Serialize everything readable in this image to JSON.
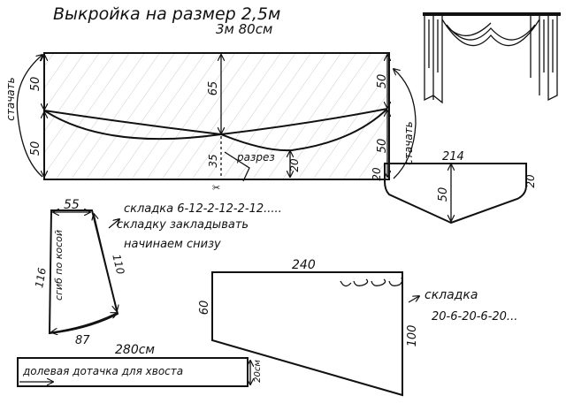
{
  "title": "Выкройка на размер 2,5м",
  "swag": {
    "width": "3м 80см",
    "left_top": "50",
    "left_bottom": "50",
    "right_top": "50",
    "right_bottom": "50",
    "center_top": "65",
    "center_bottom": "35",
    "right_depth": "20",
    "sew_left": "стачать",
    "sew_right": "стачать",
    "cut": "разрез"
  },
  "cascade_center": {
    "width": "214",
    "left": "20",
    "right": "20",
    "height": "50"
  },
  "jabot": {
    "top": "55",
    "left": "116",
    "right": "110",
    "bottom": "87",
    "fold": "сгиб по косой",
    "pleat_note": "складка 6-12-2-12-2-12.....",
    "pleat_note_2": "складку закладывать",
    "pleat_note_3": "начинаем снизу"
  },
  "side_panel": {
    "top": "240",
    "left": "60",
    "right": "100",
    "pleat_label": "складка",
    "pleat_seq": "20-6-20-6-20..."
  },
  "tail_strip": {
    "length": "280см",
    "height": "20см",
    "label": "долевая дотачка для хвоста"
  }
}
